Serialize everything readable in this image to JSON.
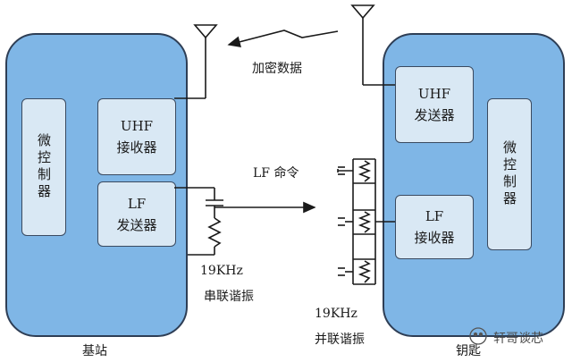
{
  "base_station": {
    "title": "基站",
    "mcu": "微控制器",
    "uhf_line1": "UHF",
    "uhf_line2": "接收器",
    "lf_line1": "LF",
    "lf_line2": "发送器"
  },
  "key": {
    "title": "钥匙",
    "mcu": "微控制器",
    "uhf_line1": "UHF",
    "uhf_line2": "发送器",
    "lf_line1": "LF",
    "lf_line2": "接收器"
  },
  "signals": {
    "encrypted_data": "加密数据",
    "lf_command": "LF 命令"
  },
  "resonance": {
    "series_freq": "19KHz",
    "series_label": "串联谐振",
    "parallel_freq": "19KHz",
    "parallel_label": "并联谐振"
  },
  "watermark": "轩哥谈芯",
  "colors": {
    "panel_fill": "#7fb6e6",
    "module_fill": "#d9e8f4",
    "outline": "#2e3e55"
  }
}
